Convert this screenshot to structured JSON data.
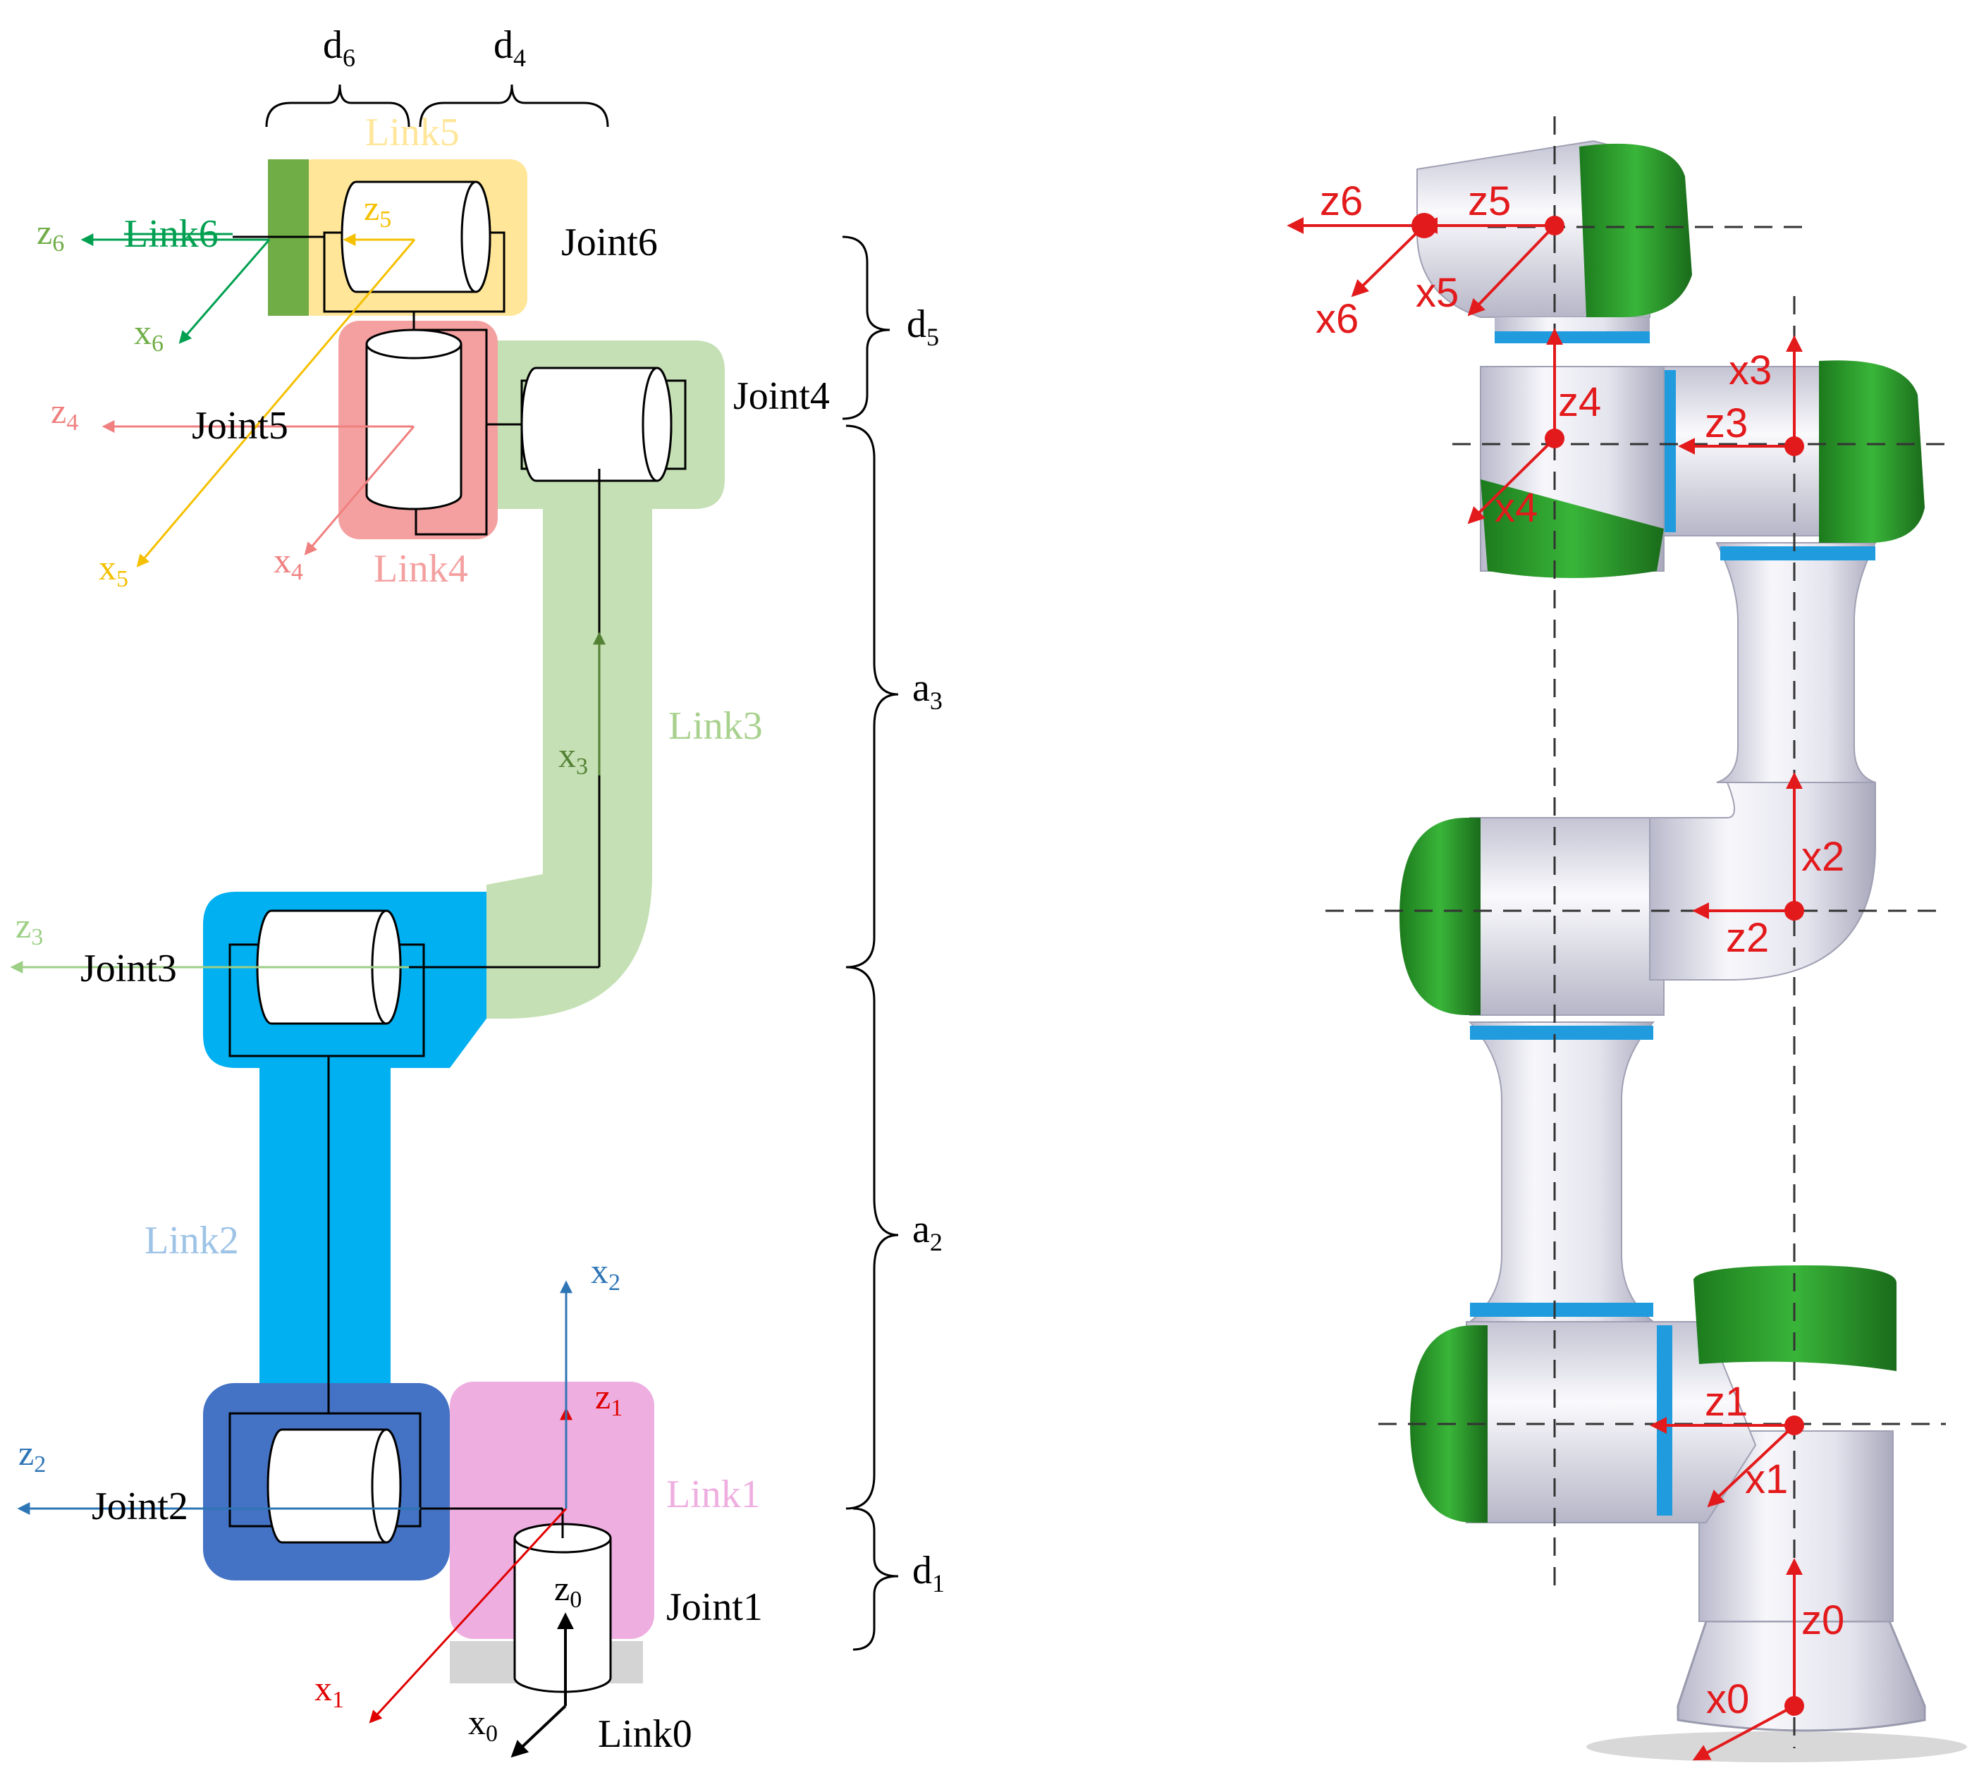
{
  "left_diagram": {
    "links": {
      "link0": "Link0",
      "link1": "Link1",
      "link2": "Link2",
      "link3": "Link3",
      "link4": "Link4",
      "link5": "Link5",
      "link6": "Link6"
    },
    "joints": {
      "joint1": "Joint1",
      "joint2": "Joint2",
      "joint3": "Joint3",
      "joint4": "Joint4",
      "joint5": "Joint5",
      "joint6": "Joint6"
    },
    "axes": {
      "z0": "z",
      "z0_sub": "0",
      "x0": "x",
      "x0_sub": "0",
      "z1": "z",
      "z1_sub": "1",
      "x1": "x",
      "x1_sub": "1",
      "z2": "z",
      "z2_sub": "2",
      "x2": "x",
      "x2_sub": "2",
      "z3": "z",
      "z3_sub": "3",
      "x3": "x",
      "x3_sub": "3",
      "z4": "z",
      "z4_sub": "4",
      "x4": "x",
      "x4_sub": "4",
      "z5": "z",
      "z5_sub": "5",
      "x5": "x",
      "x5_sub": "5",
      "z6": "z",
      "z6_sub": "6",
      "x6": "x",
      "x6_sub": "6"
    },
    "dimensions": {
      "d6": "d",
      "d6_sub": "6",
      "d4": "d",
      "d4_sub": "4",
      "d5": "d",
      "d5_sub": "5",
      "a3": "a",
      "a3_sub": "3",
      "a2": "a",
      "a2_sub": "2",
      "d1": "d",
      "d1_sub": "1"
    },
    "colors": {
      "link0": "#d4d4d4",
      "link1": "#eeaee0",
      "link2": "#00b0f0",
      "link2_dark": "#4472c4",
      "link3": "#c5e0b4",
      "link4": "#f4a0a0",
      "link5": "#ffe699",
      "link6": "#70ad47"
    }
  },
  "right_diagram": {
    "axes": [
      "z6",
      "x6",
      "z5",
      "x5",
      "z4",
      "x4",
      "z3",
      "x3",
      "z2",
      "x2",
      "z1",
      "x1",
      "z0",
      "x0"
    ],
    "label_color": "#e31a1c",
    "colors": {
      "body": "#e9e9f2",
      "cap": "#2ca02c",
      "ring": "#1f9bde"
    }
  }
}
